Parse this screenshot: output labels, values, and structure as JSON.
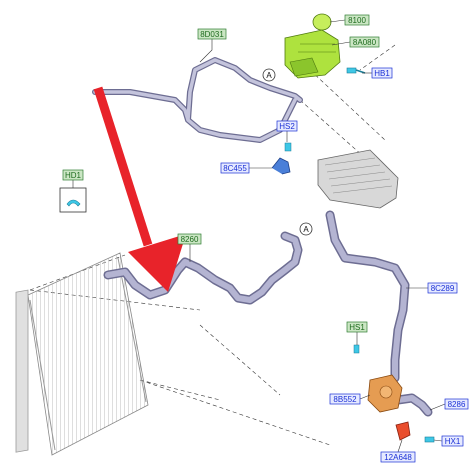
{
  "callouts": {
    "cap": "8100",
    "reservoir": "8A080",
    "bolt_top": "HB1",
    "upper_hose": "8D031",
    "screw_mid": "HS2",
    "bracket_mid": "8C455",
    "clip_side": "HD1",
    "radiator_hose": "8260",
    "return_hose": "8C289",
    "screw_low": "HS1",
    "pump": "8B552",
    "hose_short": "8286",
    "nut": "HX1",
    "bracket_low": "12A648",
    "connector_a1": "A",
    "connector_a2": "A"
  },
  "colors": {
    "tag_blue_fill": "#e6eaff",
    "tag_blue_text": "#1a2fd6",
    "tag_green_fill": "#cbe6c4",
    "tag_green_text": "#1e6b1e",
    "hose": "#a8a8c6",
    "hose_edge": "#6d6d92",
    "reservoir": "#aee23e",
    "pump": "#e59c52",
    "arrow": "#e8232a",
    "clip": "#3ec7e6"
  }
}
